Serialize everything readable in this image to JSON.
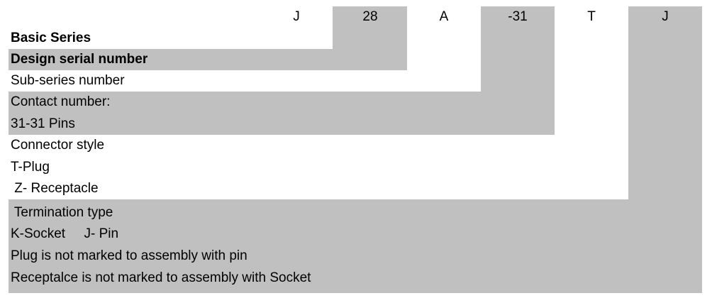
{
  "header_codes": [
    "J",
    "28",
    "A",
    "-31",
    "T",
    "J"
  ],
  "rows": [
    "Basic Series",
    "Design serial number",
    "Sub-series number",
    "Contact number:",
    "31-31 Pins",
    "Connector style",
    "T-Plug",
    " Z- Receptacle",
    " Termination type",
    "K-Socket     J- Pin",
    "Plug is not marked to assembly with pin",
    "Receptalce is not marked to assembly with Socket"
  ],
  "colors": {
    "shade": "#c0c0c0"
  }
}
